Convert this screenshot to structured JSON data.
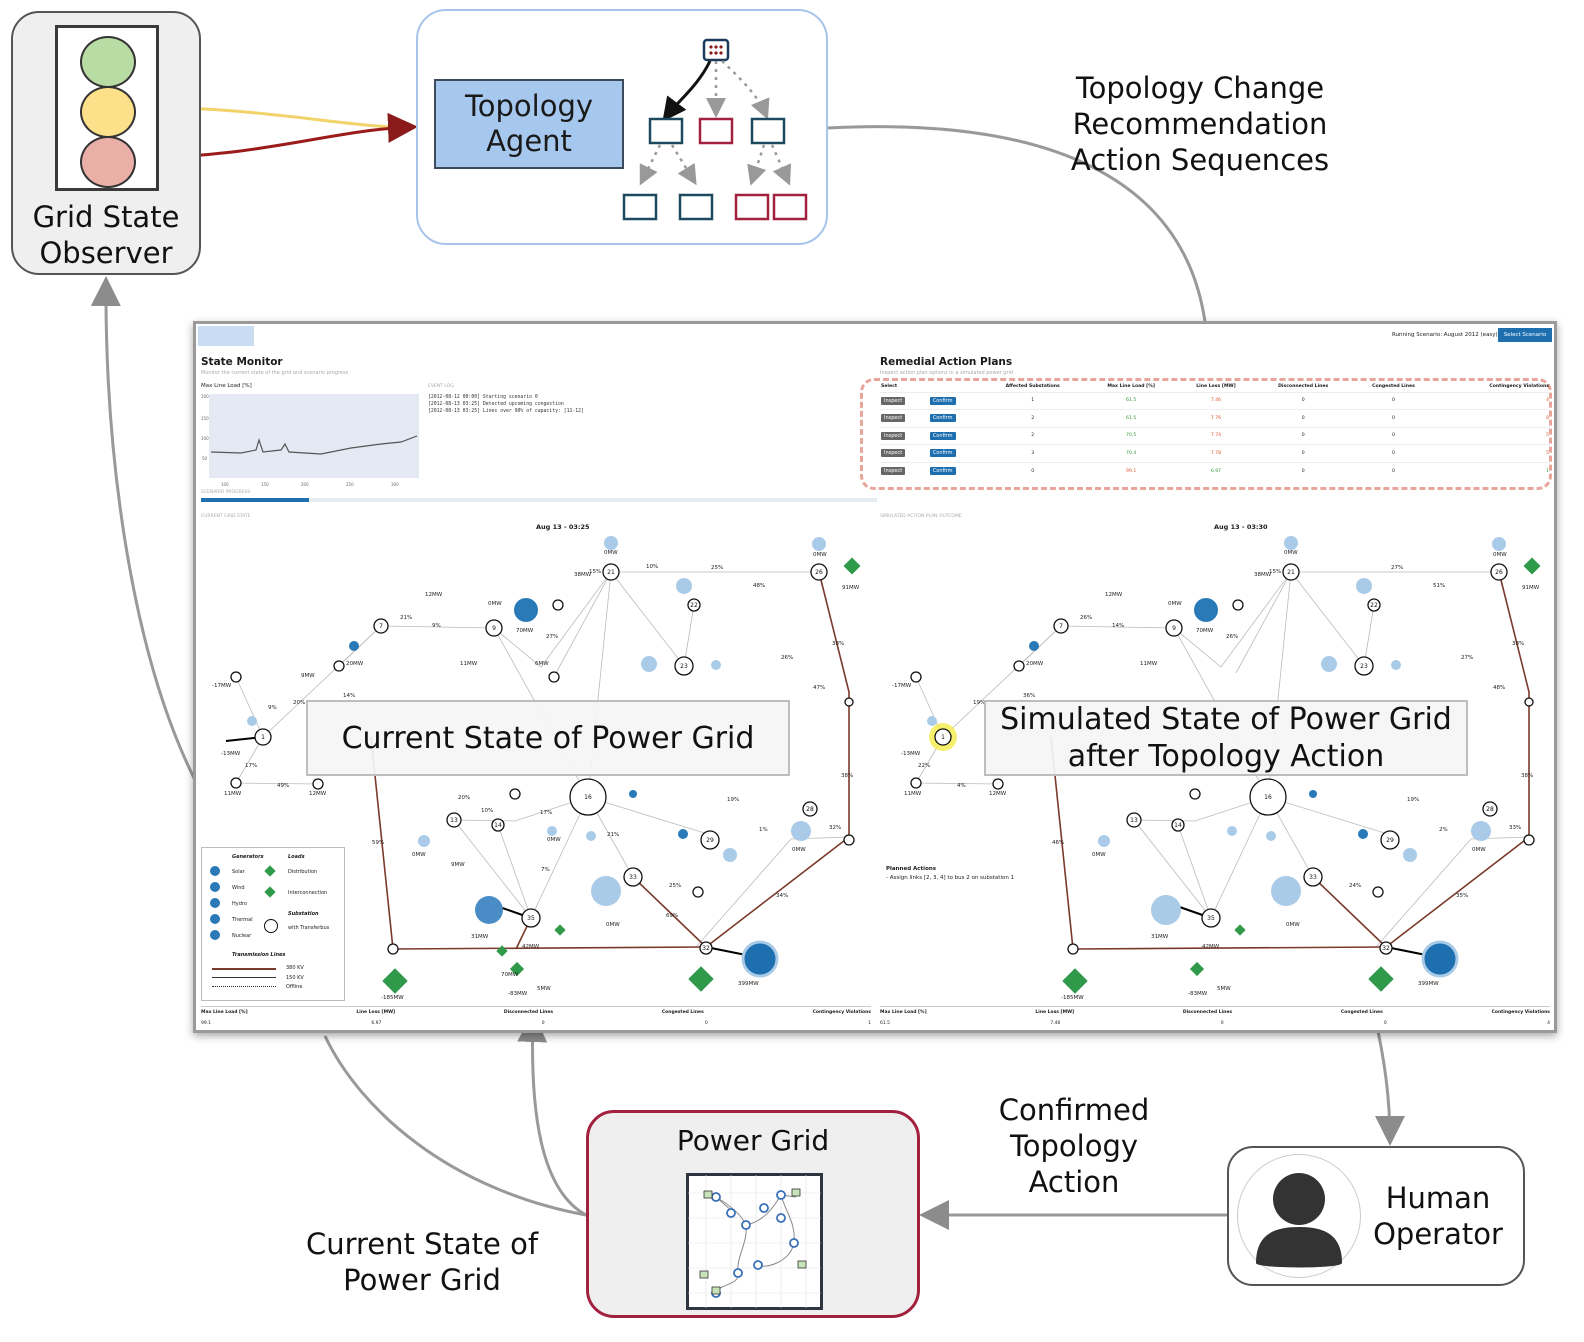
{
  "observer": {
    "label_line1": "Grid State",
    "label_line2": "Observer"
  },
  "agent": {
    "label_line1": "Topology",
    "label_line2": "Agent"
  },
  "recommendation": {
    "line1": "Topology Change",
    "line2": "Recommendation",
    "line3": "Action Sequences"
  },
  "power_grid": {
    "title": "Power Grid"
  },
  "current_state_caption": {
    "line1": "Current State of",
    "line2": "Power Grid"
  },
  "confirmed": {
    "line1": "Confirmed",
    "line2": "Topology",
    "line3": "Action"
  },
  "operator": {
    "line1": "Human",
    "line2": "Operator"
  },
  "screenshot": {
    "scenario_label": "Running Scenario: August 2012 (easy)",
    "select_scenario": "Select Scenario",
    "state_monitor_title": "State Monitor",
    "state_monitor_sub": "Monitor the current state of the grid and scenario progress",
    "max_line_load": "Max Line Load [%]",
    "event_log_title": "EVENT LOG",
    "event_log": [
      "[2012-08-12 00:00] Starting scenario 0",
      "[2012-08-13 03:25] Detected upcoming congestion",
      "[2012-08-13 03:25] Lines over 90% of capacity: [11-12]"
    ],
    "scenario_progress": "SCENARIO PROGRESS",
    "remedial_title": "Remedial Action Plans",
    "remedial_sub": "Inspect action plan options in a simulated power grid",
    "table_headers": [
      "Select",
      "Affected Substations",
      "Max Line Load [%]",
      "Line Loss [MW]",
      "Disconnected Lines",
      "Congested Lines",
      "Contingency Violations"
    ],
    "table_rows": [
      [
        "1",
        "61.5",
        "7.46",
        "0",
        "0",
        "4"
      ],
      [
        "2",
        "61.5",
        "7.76",
        "0",
        "0",
        "8"
      ],
      [
        "2",
        "70.5",
        "7.74",
        "0",
        "0",
        "5"
      ],
      [
        "3",
        "70.4",
        "7.78",
        "0",
        "0",
        "5"
      ],
      [
        "0",
        "99.1",
        "6.97",
        "0",
        "0",
        "1"
      ]
    ],
    "inspect_label": "Inspect",
    "confirm_label": "Confirm",
    "current_grid_state": "CURRENT GRID STATE",
    "simulated_outcome": "SIMULATED ACTION PLAN OUTCOME",
    "time_left": "Aug 13 - 03:25",
    "time_right": "Aug 13 - 03:30",
    "overlay_left": "Current State of Power Grid",
    "overlay_right_line1": "Simulated State of Power Grid",
    "overlay_right_line2": "after Topology Action",
    "planned_actions_title": "Planned Actions",
    "planned_actions_text": "- Assign links [2, 3, 4] to bus 2 on substation 1",
    "legend": {
      "generators": "Generators",
      "loads": "Loads",
      "solar": "Solar",
      "wind": "Wind",
      "hydro": "Hydro",
      "thermal": "Thermal",
      "nuclear": "Nuclear",
      "distribution": "Distribution",
      "interconnection": "Interconnection",
      "substation": "Substation",
      "with_transferbus": "with Transferbus",
      "transmission_lines": "Transmission Lines",
      "kv380": "380 KV",
      "kv150": "150 KV",
      "offline": "Offline"
    },
    "footer_headers": [
      "Max Line Load [%]",
      "Line Loss [MW]",
      "Disconnected Lines",
      "Congested Lines",
      "Contingency Violations"
    ],
    "footer_left": [
      "99.1",
      "6.97",
      "0",
      "0",
      "1"
    ],
    "footer_right": [
      "61.5",
      "7.46",
      "0",
      "0",
      "4"
    ]
  }
}
